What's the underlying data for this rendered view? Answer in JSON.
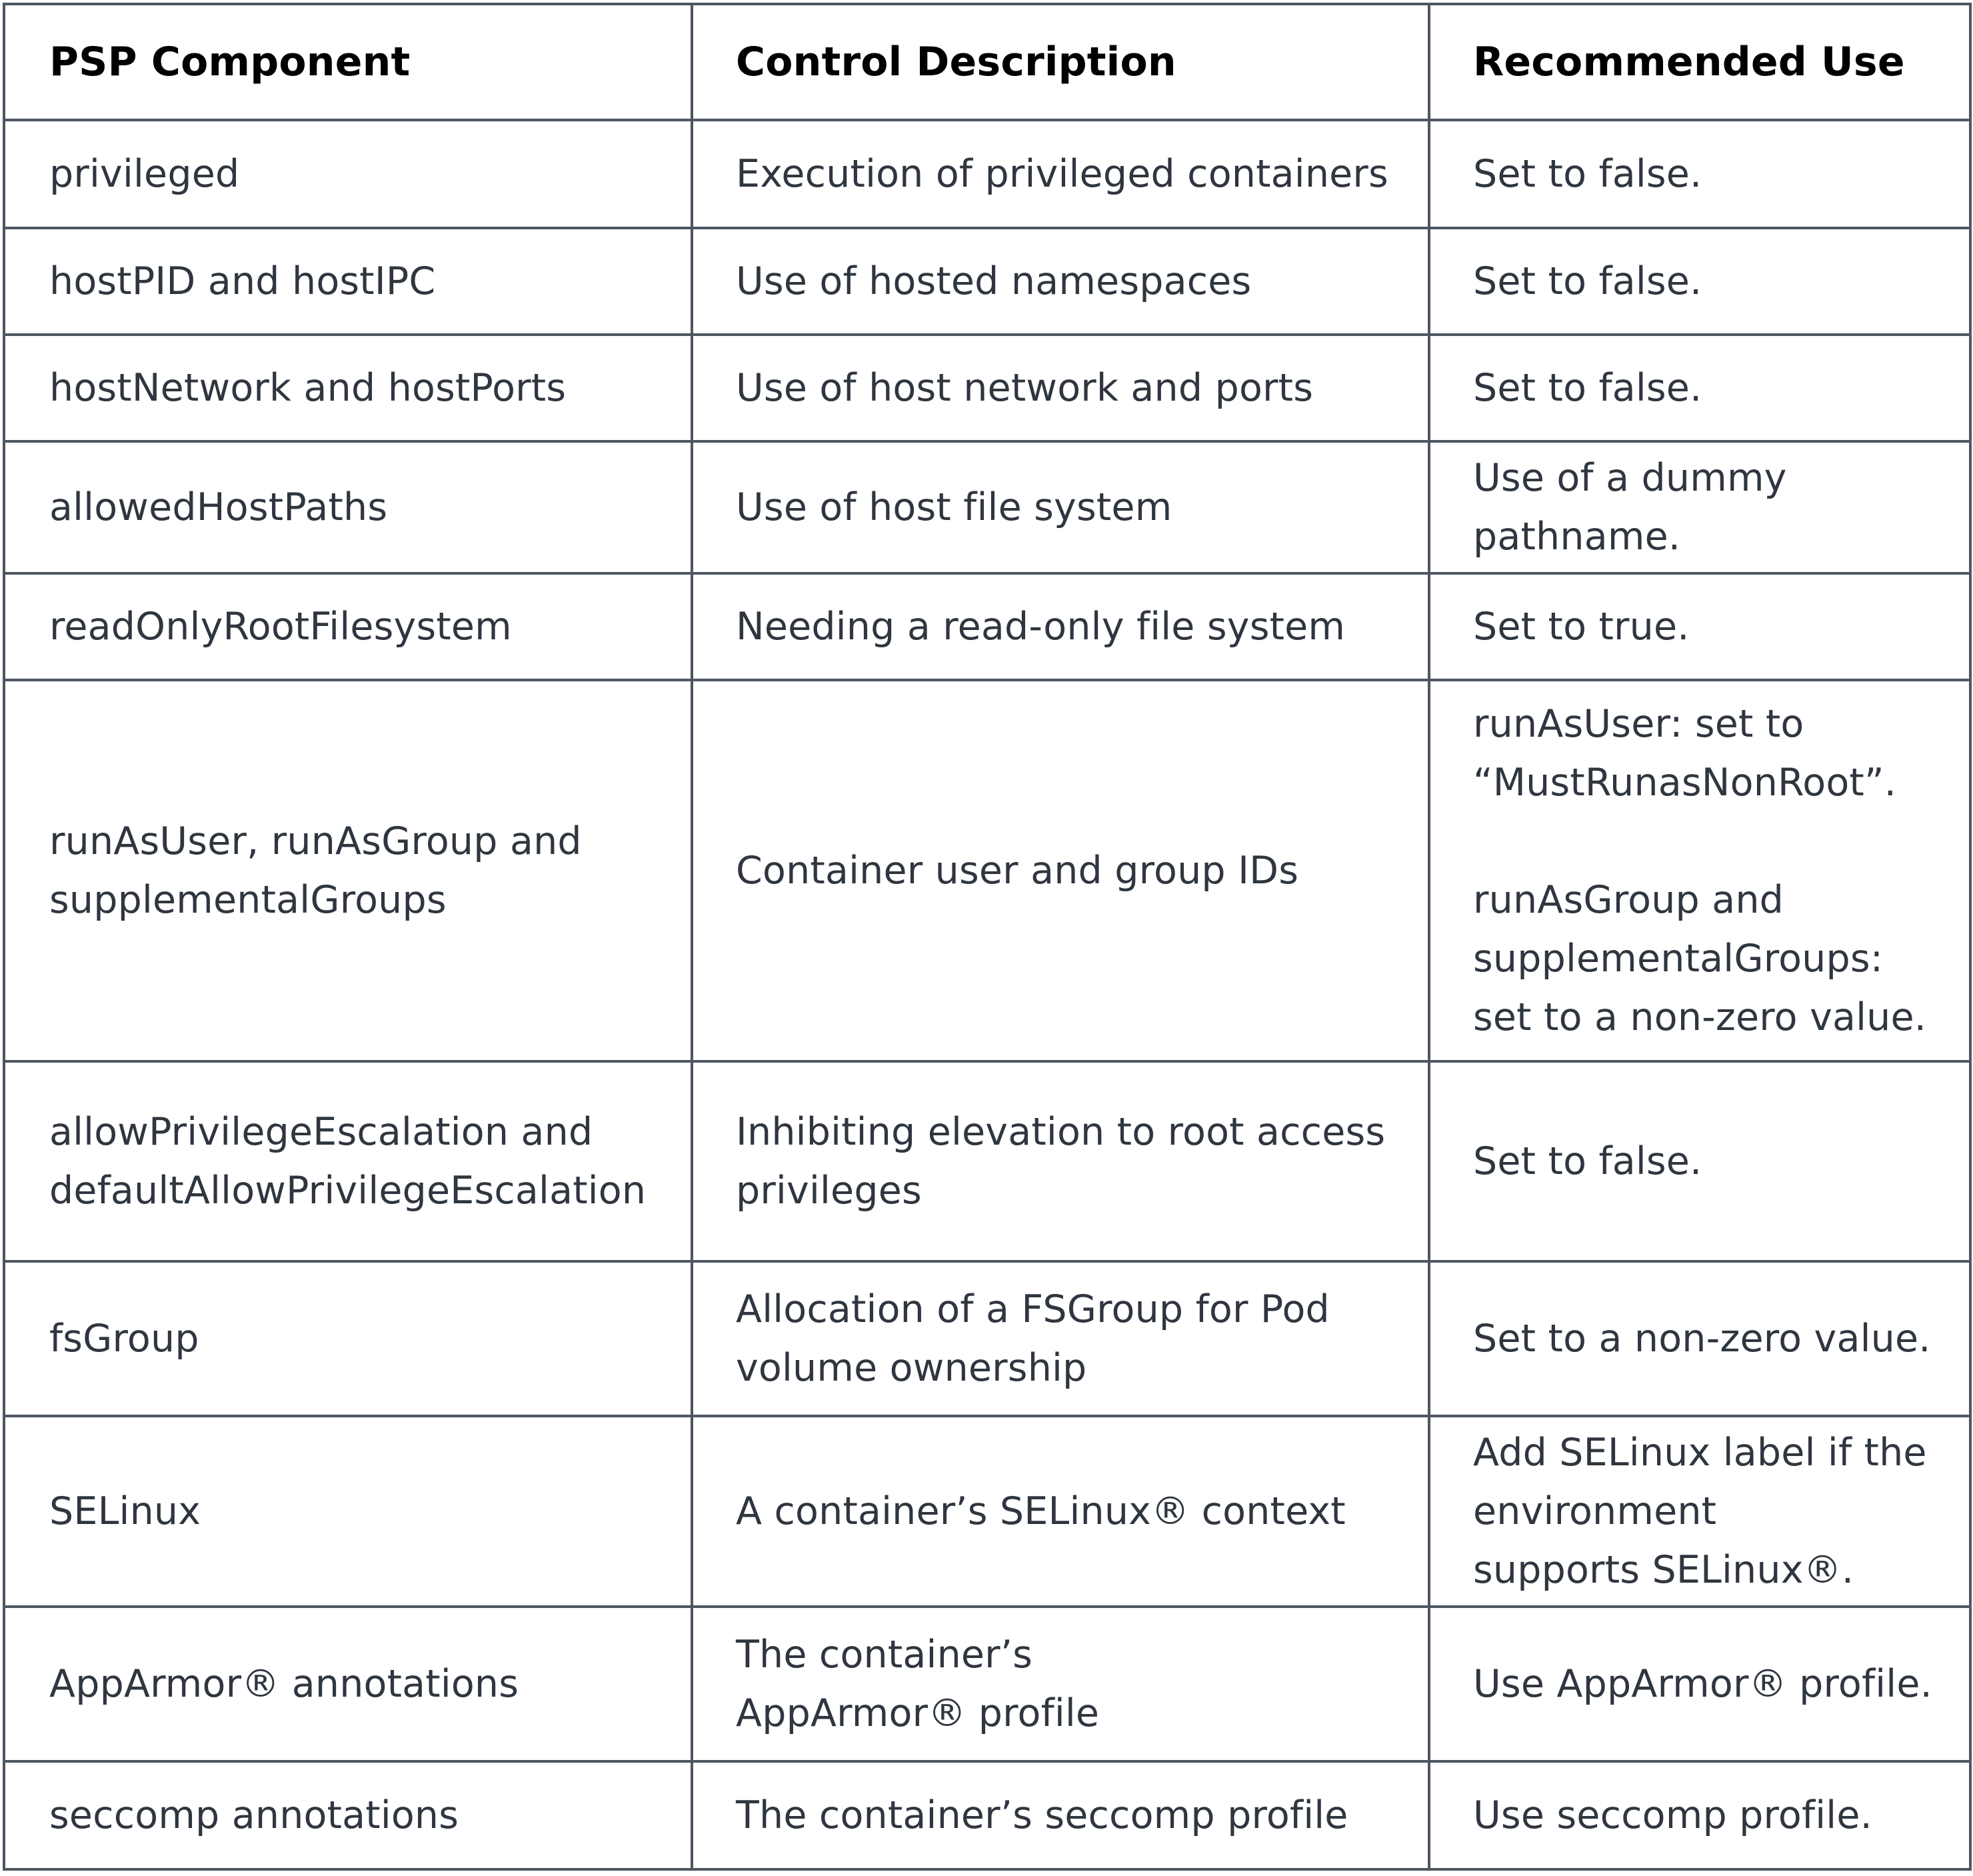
{
  "headers": [
    "PSP Component",
    "Control Description",
    "Recommended Use"
  ],
  "rows": [
    {
      "component": [
        "privileged"
      ],
      "description": [
        "Execution of privileged containers"
      ],
      "recommended": [
        "Set to false."
      ]
    },
    {
      "component": [
        "hostPID and hostIPC"
      ],
      "description": [
        "Use of hosted namespaces"
      ],
      "recommended": [
        "Set to false."
      ]
    },
    {
      "component": [
        "hostNetwork and hostPorts"
      ],
      "description": [
        "Use of host network and ports"
      ],
      "recommended": [
        "Set to false."
      ]
    },
    {
      "component": [
        "allowedHostPaths"
      ],
      "description": [
        "Use of host file system"
      ],
      "recommended": [
        "Use of a dummy",
        "pathname."
      ]
    },
    {
      "component": [
        "readOnlyRootFilesystem"
      ],
      "description": [
        "Needing a read-only file system"
      ],
      "recommended": [
        "Set to true."
      ]
    },
    {
      "component": [
        "runAsUser, runAsGroup and",
        "supplementalGroups"
      ],
      "description": [
        "Container user and group IDs"
      ],
      "recommended": [
        "runAsUser: set to",
        "“MustRunasNonRoot”.",
        "",
        "runAsGroup and",
        "supplementalGroups:",
        "set to a non-zero value."
      ]
    },
    {
      "component": [
        "allowPrivilegeEscalation and",
        "defaultAllowPrivilegeEscalation"
      ],
      "description": [
        "Inhibiting elevation to root access",
        "privileges"
      ],
      "recommended": [
        "Set to false."
      ]
    },
    {
      "component": [
        "fsGroup"
      ],
      "description": [
        "Allocation of a FSGroup for Pod",
        "volume ownership"
      ],
      "recommended": [
        "Set to a non-zero value."
      ]
    },
    {
      "component": [
        "SELinux"
      ],
      "description": [
        "A container’s SELinux® context"
      ],
      "recommended": [
        "Add SELinux label if the",
        "environment",
        "supports SELinux®."
      ]
    },
    {
      "component": [
        "AppArmor® annotations"
      ],
      "description": [
        "The container’s",
        "AppArmor® profile"
      ],
      "recommended": [
        "Use AppArmor® profile."
      ]
    },
    {
      "component": [
        "seccomp annotations"
      ],
      "description": [
        "The container’s seccomp profile"
      ],
      "recommended": [
        "Use seccomp profile."
      ]
    }
  ]
}
